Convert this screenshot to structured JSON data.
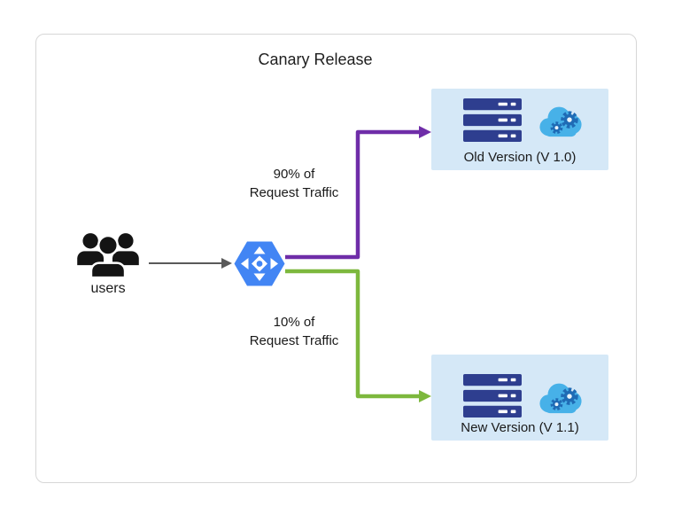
{
  "title": "Canary Release",
  "users": {
    "label": "users"
  },
  "nodes": {
    "old_version": {
      "label": "Old Version (V 1.0)"
    },
    "new_version": {
      "label": "New Version (V 1.1)"
    }
  },
  "edges": {
    "to_old": {
      "label": "90% of\nRequest Traffic"
    },
    "to_new": {
      "label": "10% of\nRequest Traffic"
    }
  },
  "colors": {
    "purple_edge": "#6f2da8",
    "green_edge": "#7db83d",
    "gray_edge": "#595959",
    "node_bg": "#d5e8f7",
    "load_balancer_blue": "#4285f4",
    "server_navy": "#2e3e8f",
    "cloud_blue": "#47b1e8",
    "gear_blue": "#1f6bb5",
    "people_black": "#141414",
    "frame_border": "#d7d7d7",
    "text": "#1f1f1f"
  }
}
